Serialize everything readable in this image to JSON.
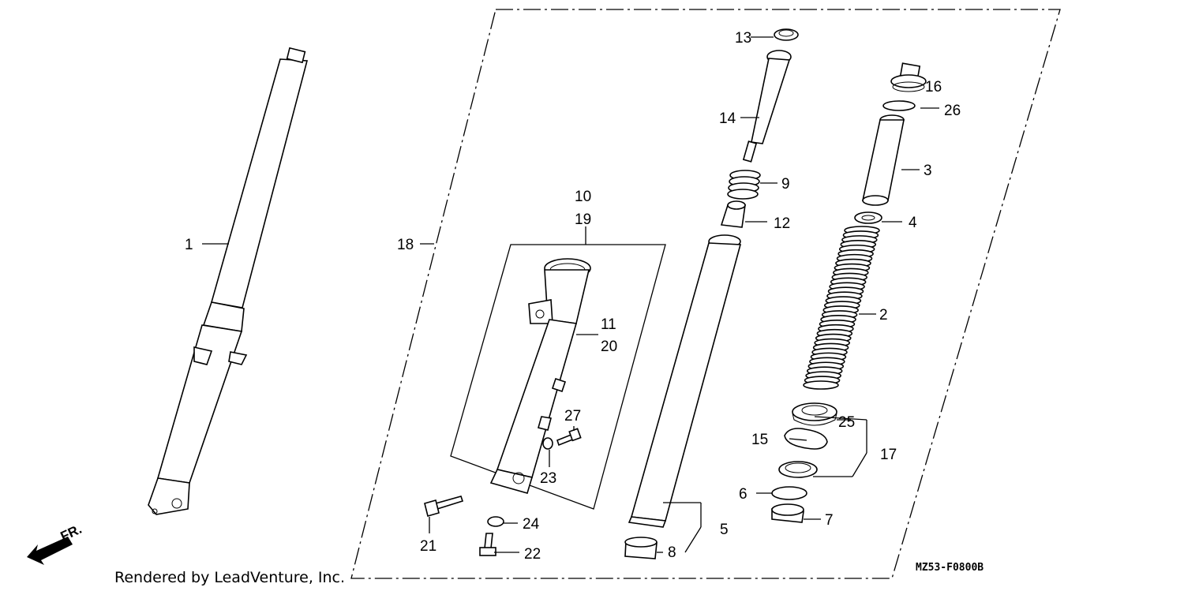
{
  "callouts": [
    {
      "id": "c1",
      "text": "1"
    },
    {
      "id": "c2",
      "text": "2"
    },
    {
      "id": "c3",
      "text": "3"
    },
    {
      "id": "c4",
      "text": "4"
    },
    {
      "id": "c5",
      "text": "5"
    },
    {
      "id": "c6",
      "text": "6"
    },
    {
      "id": "c7",
      "text": "7"
    },
    {
      "id": "c8",
      "text": "8"
    },
    {
      "id": "c9",
      "text": "9"
    },
    {
      "id": "c10",
      "text": "10"
    },
    {
      "id": "c19",
      "text": "19"
    },
    {
      "id": "c11",
      "text": "11"
    },
    {
      "id": "c20",
      "text": "20"
    },
    {
      "id": "c12",
      "text": "12"
    },
    {
      "id": "c13",
      "text": "13"
    },
    {
      "id": "c14",
      "text": "14"
    },
    {
      "id": "c15",
      "text": "15"
    },
    {
      "id": "c16",
      "text": "16"
    },
    {
      "id": "c17",
      "text": "17"
    },
    {
      "id": "c18",
      "text": "18"
    },
    {
      "id": "c21",
      "text": "21"
    },
    {
      "id": "c22",
      "text": "22"
    },
    {
      "id": "c23",
      "text": "23"
    },
    {
      "id": "c24",
      "text": "24"
    },
    {
      "id": "c25",
      "text": "25"
    },
    {
      "id": "c26",
      "text": "26"
    },
    {
      "id": "c27",
      "text": "27"
    }
  ],
  "direction_marker": "FR.",
  "diagram_code": "MZ53-F0800B",
  "attribution": "Rendered by LeadVenture, Inc."
}
